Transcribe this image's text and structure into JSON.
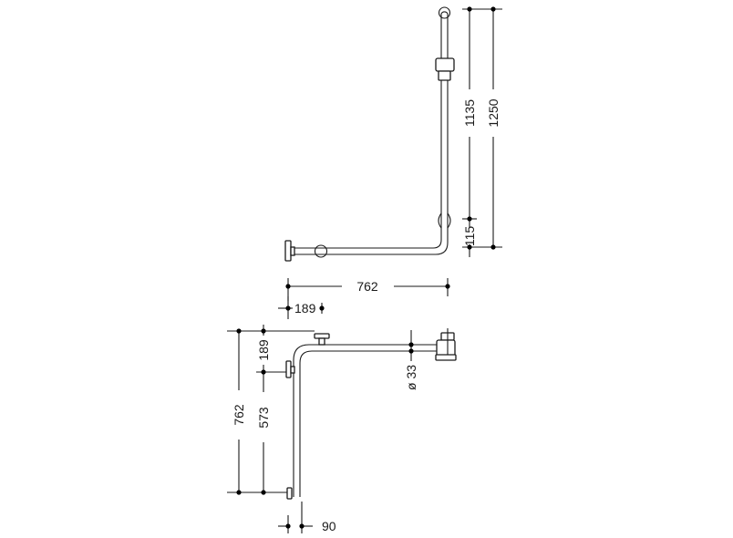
{
  "diagram": {
    "side_view": {
      "dim_upper": "1135",
      "dim_total": "1250",
      "dim_lower": "115"
    },
    "top_view": {
      "dim_width": "762",
      "dim_offset_x": "189",
      "dim_offset_y": "189",
      "dim_height": "762",
      "dim_mid": "573",
      "dim_diameter": "ø 33",
      "dim_wall": "90"
    }
  }
}
